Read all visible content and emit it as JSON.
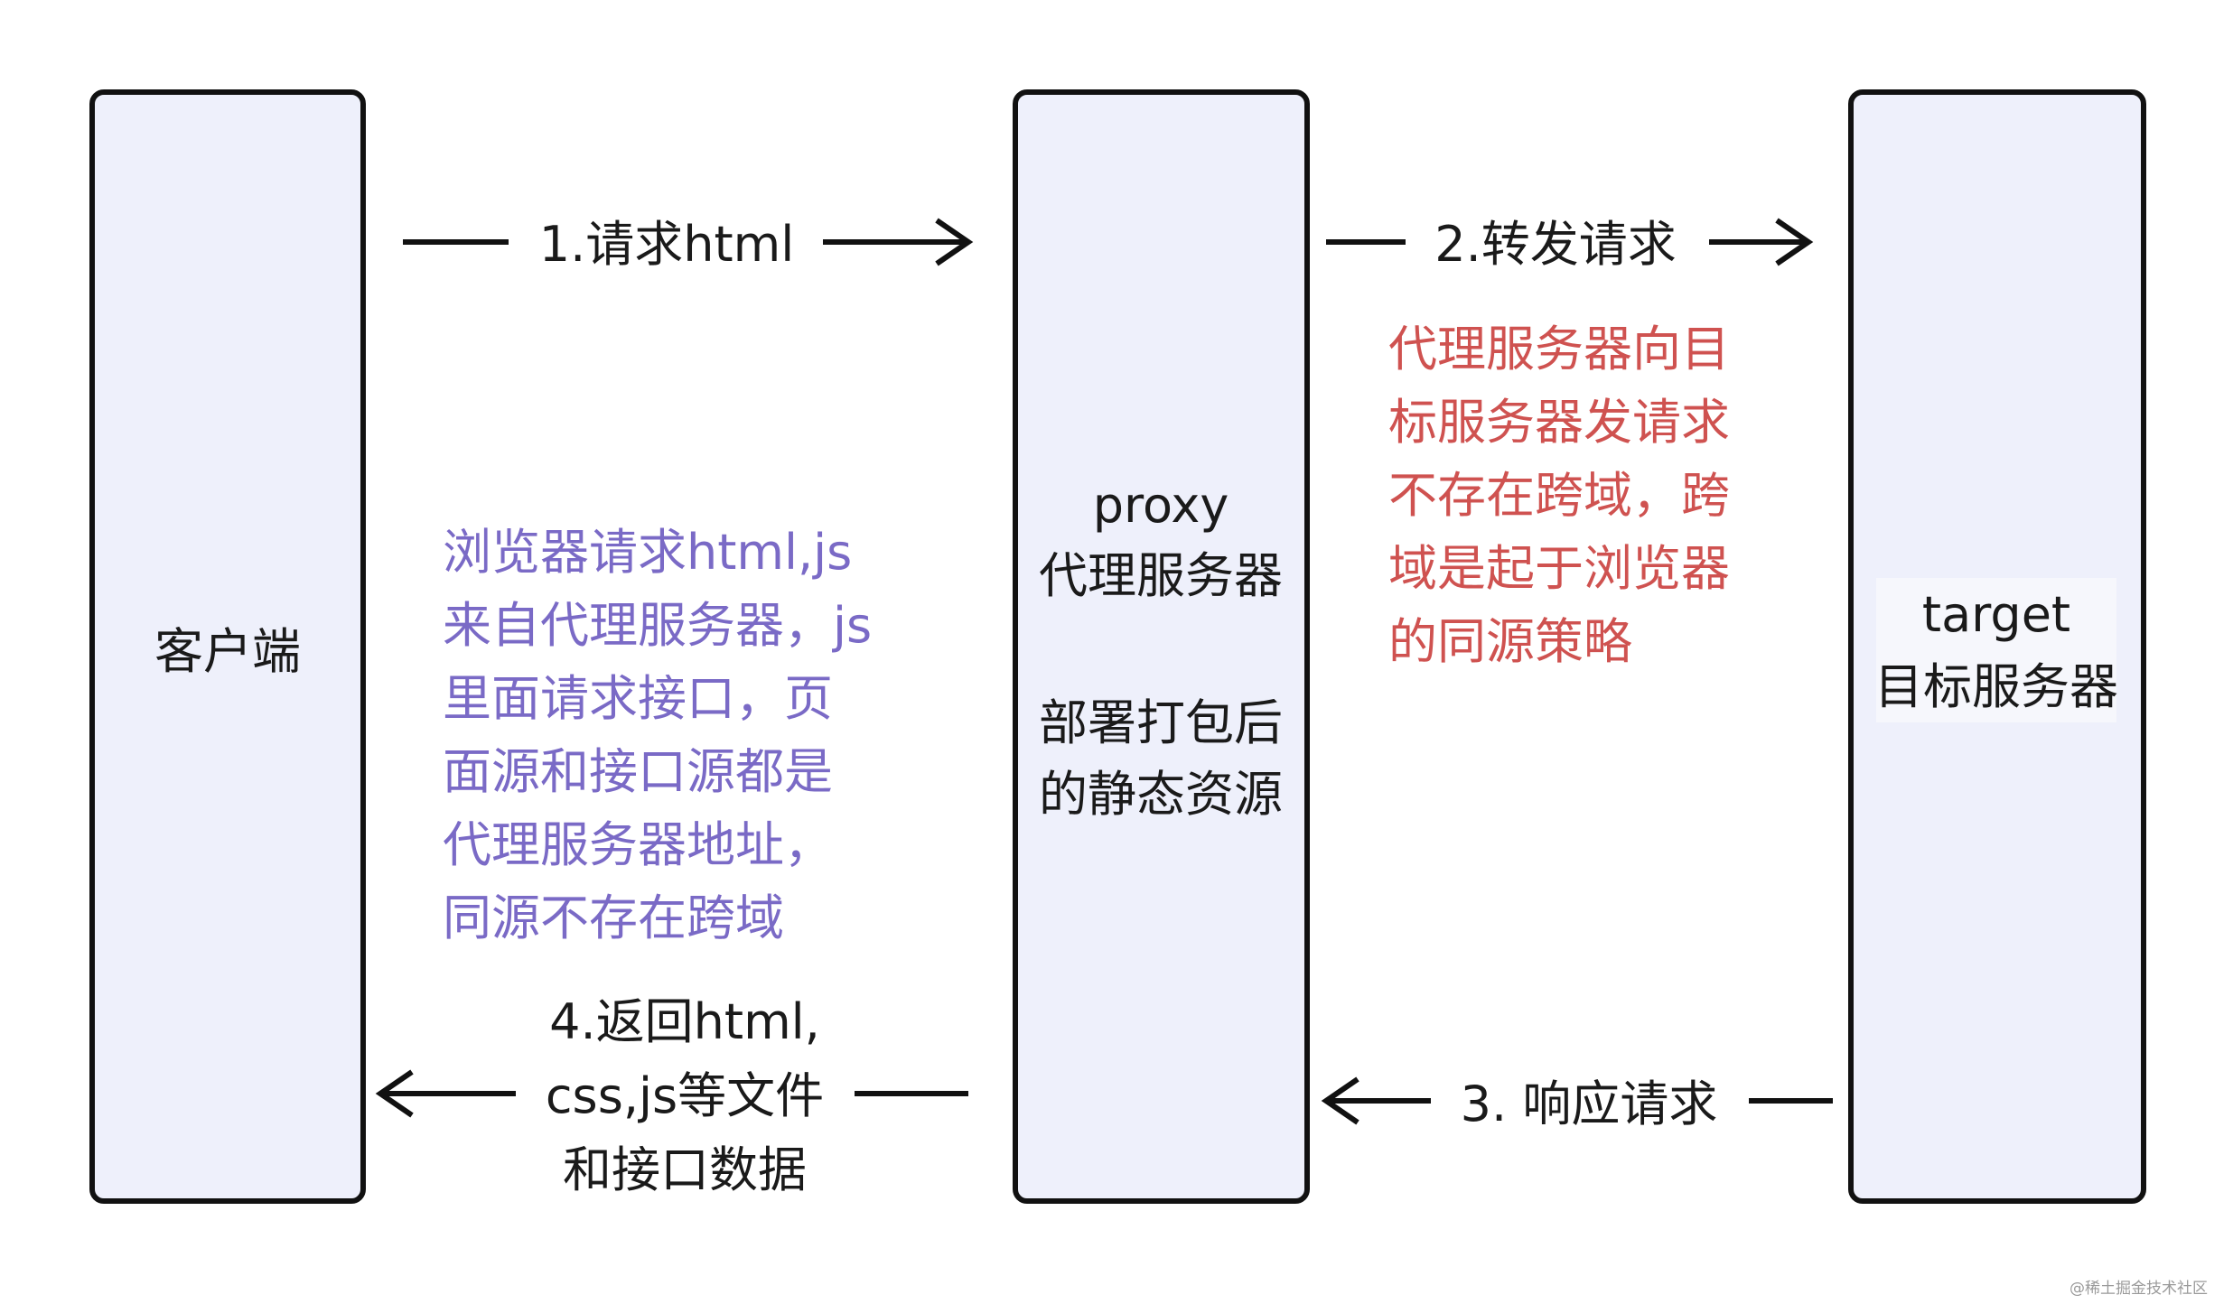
{
  "nodes": {
    "client": {
      "label": "客户端"
    },
    "proxy": {
      "title": "proxy",
      "subtitle": "代理服务器",
      "note_lines": [
        "部署打包后",
        "的静态资源"
      ]
    },
    "target": {
      "title": "target",
      "subtitle": "目标服务器"
    }
  },
  "edges": {
    "request_html": {
      "label": "1.请求html"
    },
    "forward_request": {
      "label": "2.转发请求"
    },
    "respond_request": {
      "label": "3. 响应请求"
    },
    "return_resources": {
      "lines": [
        "4.返回html,",
        "css,js等文件",
        "和接口数据"
      ]
    }
  },
  "annotations": {
    "browser_note": {
      "color": "#7a6ac6",
      "lines": [
        "浏览器请求html,js",
        "来自代理服务器，js",
        "里面请求接口，页",
        "面源和接口源都是",
        "代理服务器地址，",
        "同源不存在跨域"
      ]
    },
    "proxy_note": {
      "color": "#cf5250",
      "lines": [
        "代理服务器向目",
        "标服务器发请求",
        "不存在跨域，跨",
        "域是起于浏览器",
        "的同源策略"
      ]
    }
  },
  "watermark": "@稀土掘金技术社区",
  "colors": {
    "box_fill": "#eef0fb",
    "box_border": "#111111",
    "text": "#1a1a1a"
  }
}
